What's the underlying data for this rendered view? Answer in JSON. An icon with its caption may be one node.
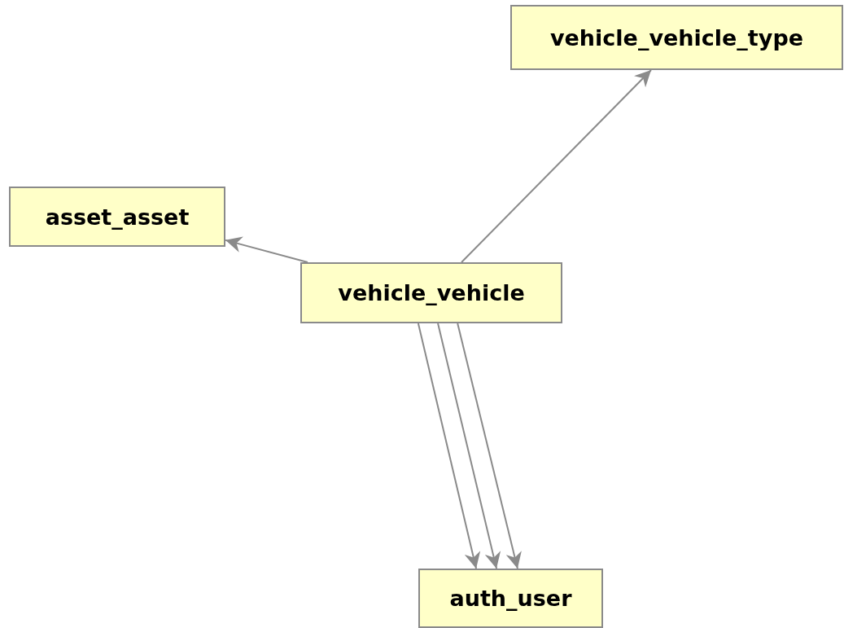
{
  "diagram": {
    "nodes": [
      {
        "text": [
          "vehicle_vehicle_type"
        ]
      },
      {
        "text": [
          "asset_asset"
        ]
      },
      {
        "text": [
          "vehicle_vehicle"
        ]
      },
      {
        "text": [
          "auth_user"
        ]
      }
    ],
    "edges": [
      {
        "from": 2,
        "to": 0,
        "arrow": "to"
      },
      {
        "from": 2,
        "to": 1,
        "arrow": "to"
      },
      {
        "from": 2,
        "to": 3,
        "arrow": "to"
      },
      {
        "from": 2,
        "to": 3,
        "arrow": "to"
      },
      {
        "from": 2,
        "to": 3,
        "arrow": "to"
      }
    ]
  }
}
